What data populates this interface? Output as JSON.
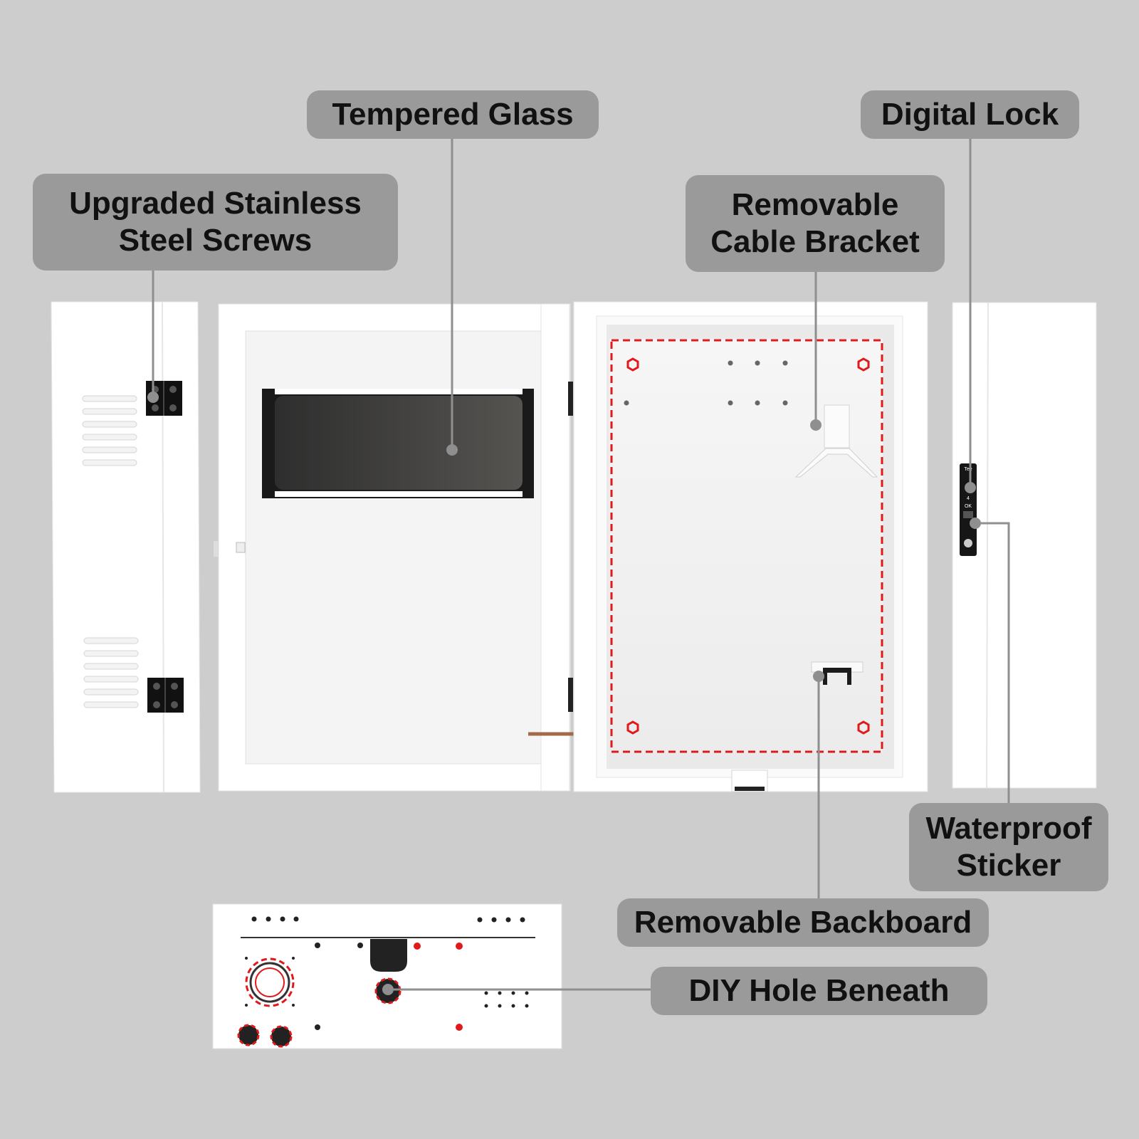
{
  "labels": {
    "tempered_glass": [
      "Tempered Glass"
    ],
    "digital_lock": [
      "Digital Lock"
    ],
    "screws": [
      "Upgraded Stainless",
      "Steel Screws"
    ],
    "cable_bracket": [
      "Removable",
      "Cable Bracket"
    ],
    "waterproof_sticker": [
      "Waterproof",
      "Sticker"
    ],
    "backboard": [
      "Removable Backboard"
    ],
    "diy_hole": [
      "DIY Hole Beneath"
    ]
  },
  "keypad_text": [
    "Tee",
    "4",
    "OK"
  ],
  "colors": {
    "background": "#cdcdcd",
    "callout": "#9a9a9a",
    "leader": "#8f8f8f",
    "panel": "#ffffff",
    "highlight": "#e0191b",
    "hardware": "#111111",
    "glass": "#3a3a3a"
  }
}
